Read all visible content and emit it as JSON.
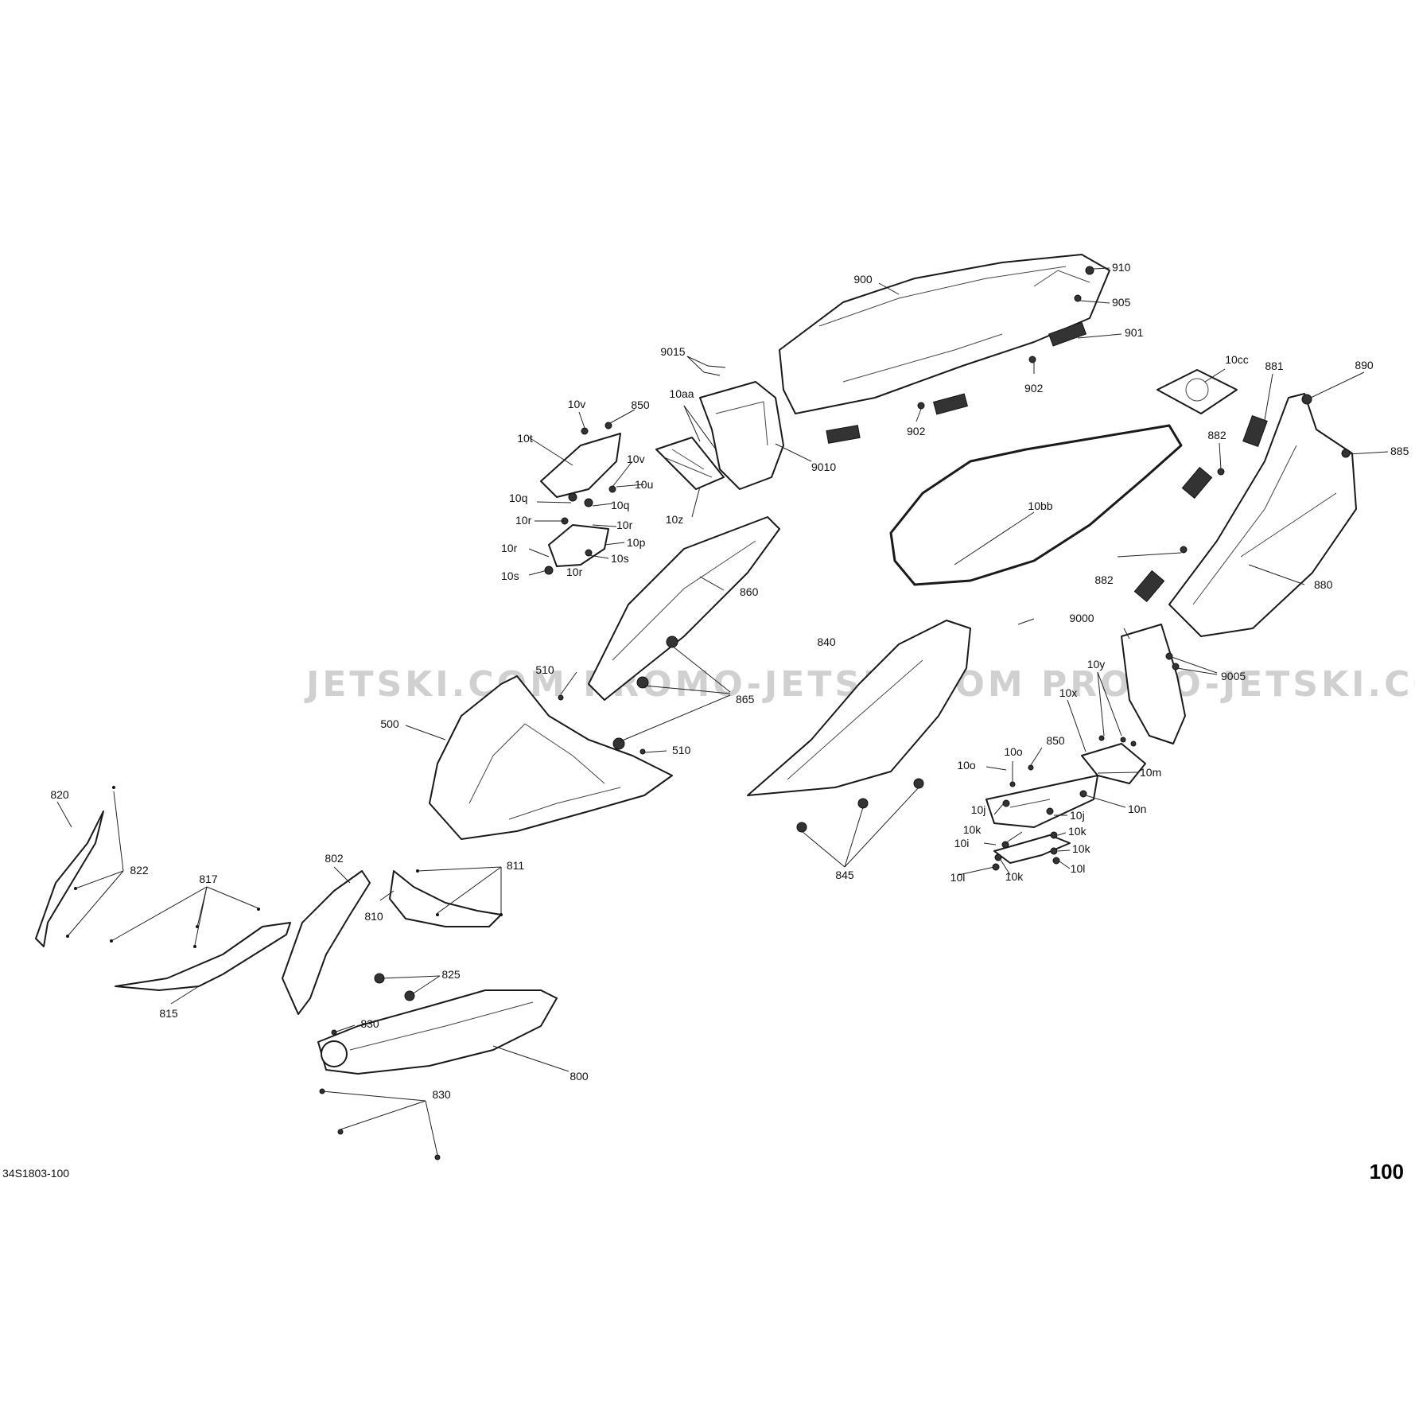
{
  "diagram": {
    "reference": "34S1803-100",
    "page_number": "100",
    "watermark": "JETSKI.COM   PROMO-JETSKI.COM   PROMO-JETSKI.COM",
    "labels": [
      "900",
      "910",
      "905",
      "901",
      "902",
      "902",
      "9015",
      "9010",
      "10aa",
      "10z",
      "10v",
      "850",
      "10t",
      "10v",
      "10u",
      "10q",
      "10q",
      "10r",
      "10r",
      "10p",
      "10r",
      "10s",
      "10r",
      "10s",
      "10cc",
      "881",
      "890",
      "882",
      "885",
      "10bb",
      "882",
      "880",
      "860",
      "865",
      "510",
      "500",
      "510",
      "840",
      "9000",
      "9005",
      "10y",
      "10x",
      "10o",
      "850",
      "10o",
      "10m",
      "10n",
      "10j",
      "10j",
      "10k",
      "10k",
      "10i",
      "10k",
      "10l",
      "10k",
      "10l",
      "845",
      "820",
      "822",
      "817",
      "802",
      "811",
      "810",
      "825",
      "815",
      "830",
      "800",
      "830"
    ]
  }
}
